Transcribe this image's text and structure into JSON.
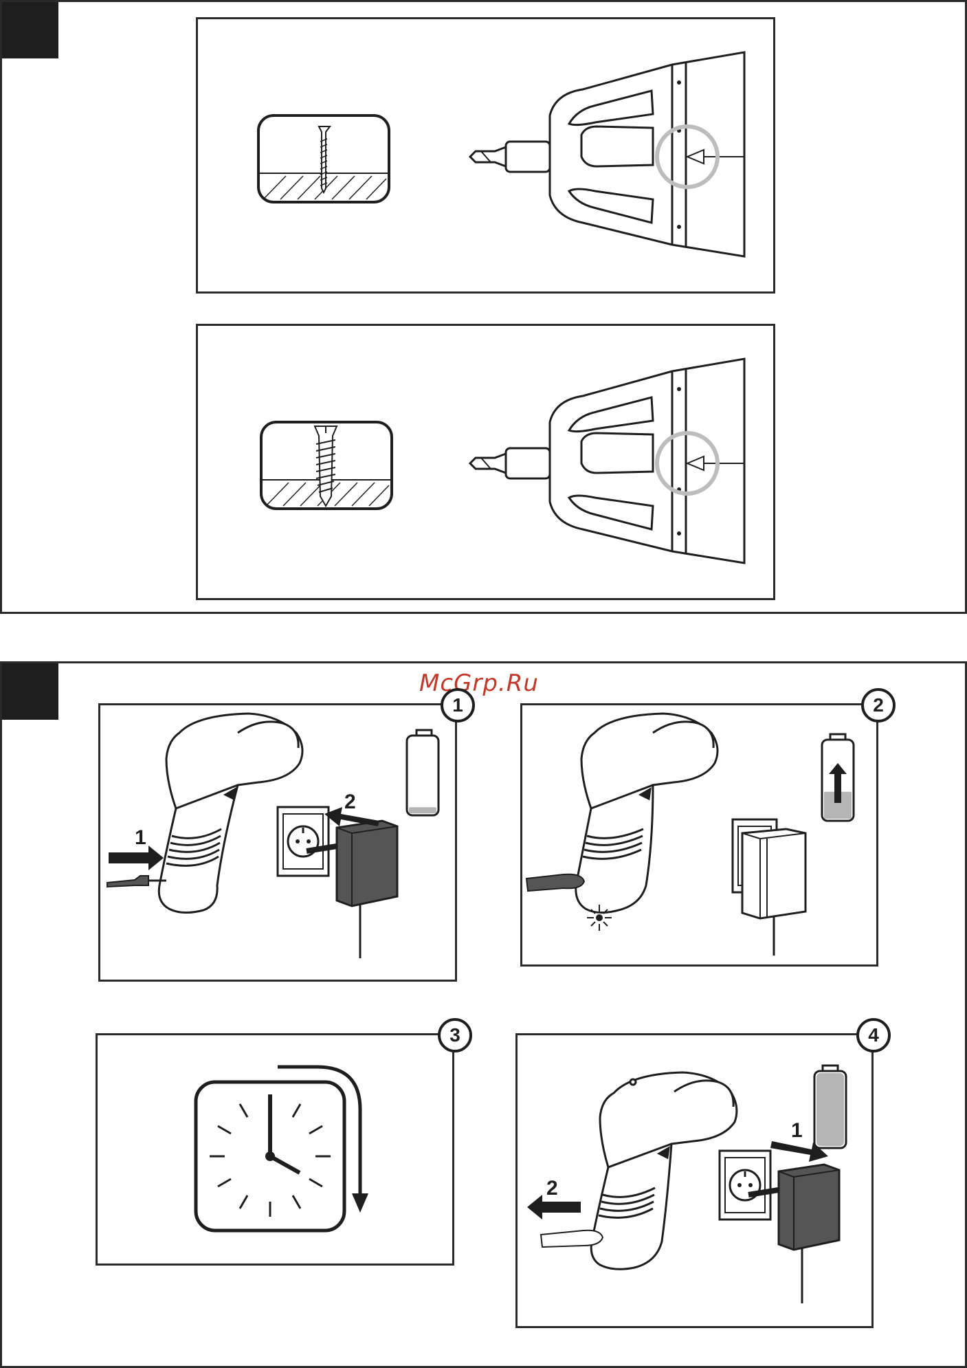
{
  "watermark": "McGrp.Ru",
  "section_a": {
    "panels": [
      {
        "id": "countersunk-screw"
      },
      {
        "id": "wood-screw"
      }
    ]
  },
  "section_b": {
    "steps": [
      {
        "number": "1",
        "arrow_1_label": "1",
        "arrow_2_label": "2",
        "battery_level": 0.08
      },
      {
        "number": "2",
        "battery_level": 0.35
      },
      {
        "number": "3"
      },
      {
        "number": "4",
        "arrow_1_label": "1",
        "arrow_2_label": "2",
        "battery_level": 1.0
      }
    ]
  },
  "colors": {
    "line": "#1e1e1e",
    "highlight_circle": "#bdbdbd",
    "battery_fill": "#b5b5b5",
    "adapter": "#555555",
    "watermark": "#c0392b"
  },
  "icons": [
    "screw-icon",
    "screwdriver-icon",
    "battery-icon",
    "power-socket-icon",
    "charger-adapter-icon",
    "clock-icon"
  ]
}
